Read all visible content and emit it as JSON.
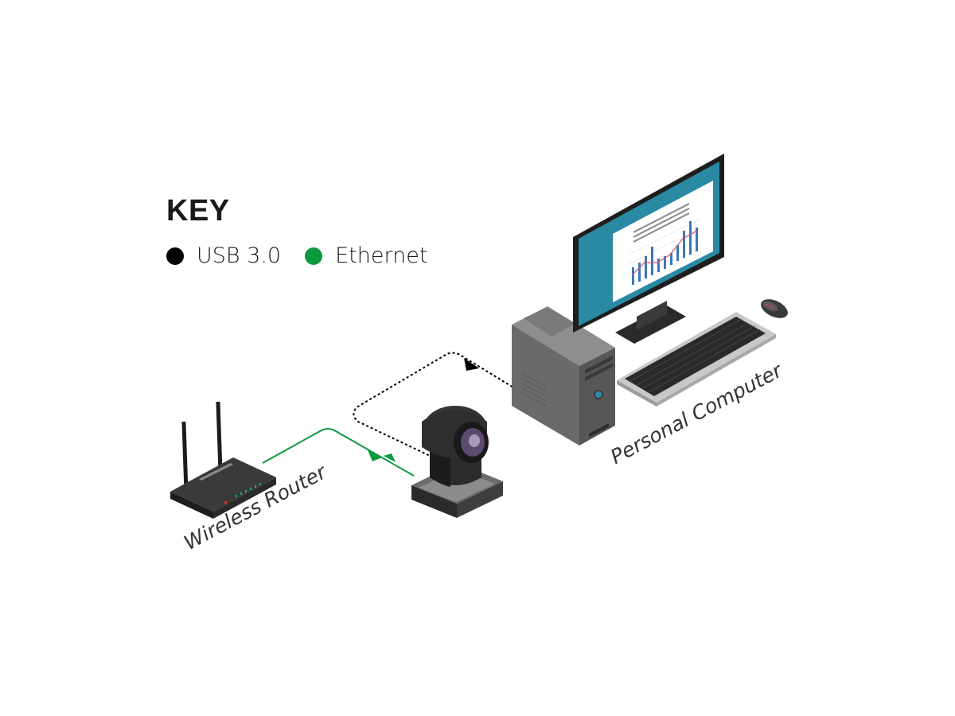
{
  "key": {
    "title": "KEY",
    "items": [
      {
        "label": "USB 3.0",
        "color": "#000000"
      },
      {
        "label": "Ethernet",
        "color": "#0c9a3f"
      }
    ]
  },
  "devices": {
    "router_label": "Wireless Router",
    "computer_label": "Personal Computer",
    "camera_icon": "ptz-camera-icon",
    "router_icon": "wireless-router-icon",
    "computer_icon": "desktop-computer-icon"
  },
  "colors": {
    "usb": "#000000",
    "ethernet": "#0c9a3f",
    "screen": "#2a8aa3"
  }
}
